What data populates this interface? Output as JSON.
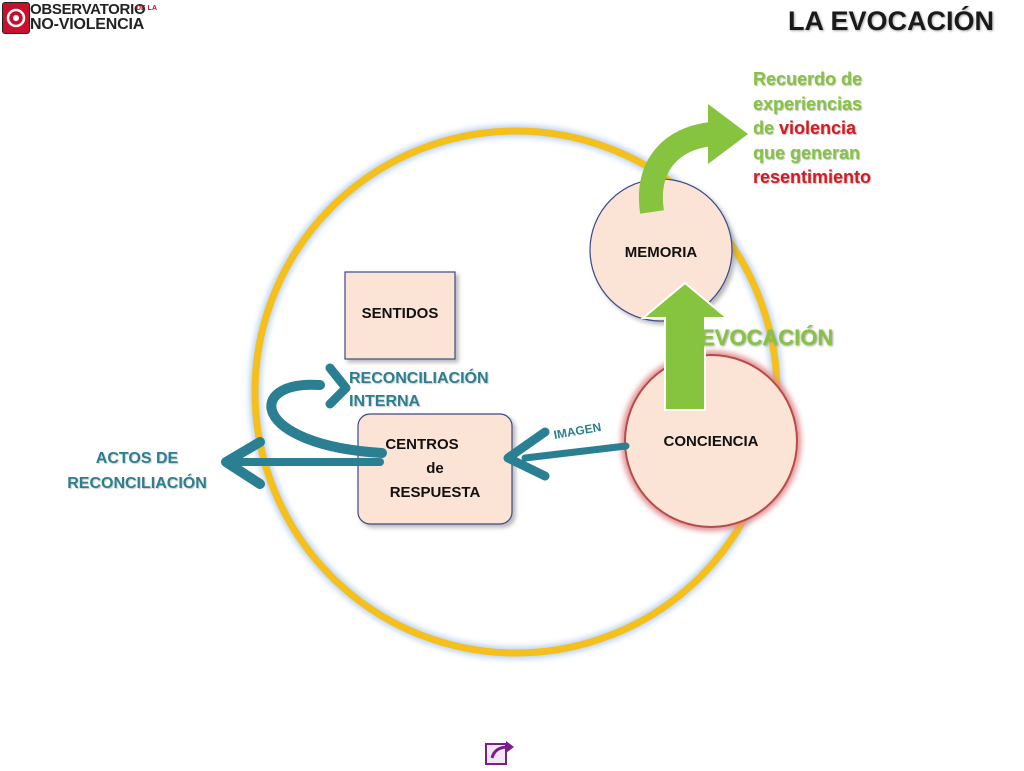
{
  "header": {
    "logo_line1": "OBSERVATORIO",
    "logo_de_la": "DE LA",
    "logo_line2": "NO-VIOLENCIA",
    "title": "LA EVOCACIÓN"
  },
  "diagram": {
    "nodes": {
      "sentidos": "SENTIDOS",
      "memoria": "MEMORIA",
      "conciencia": "CONCIENCIA",
      "centros_line1": "CENTROS",
      "centros_line2": "de",
      "centros_line3": "RESPUESTA"
    },
    "labels": {
      "reconciliacion_interna_line1": "RECONCILIACIÓN",
      "reconciliacion_interna_line2": "INTERNA",
      "actos_line1": "ACTOS DE",
      "actos_line2": "RECONCILIACIÓN",
      "imagen": "IMAGEN",
      "evocacion": "EVOCACIÓN"
    },
    "recuerdo": {
      "line1": "Recuerdo de",
      "line2": "experiencias",
      "line3_prefix": "de ",
      "line3_highlight": "violencia",
      "line4": "que generan",
      "line5": "resentimiento"
    }
  },
  "colors": {
    "outer_ring": "#f5bf1c",
    "node_fill": "#fbe4d6",
    "green_arrow": "#86c440",
    "teal_arrow": "#2b7f92",
    "highlight_red": "#d71920"
  },
  "navigation": {
    "icon": "share-edit-icon"
  }
}
